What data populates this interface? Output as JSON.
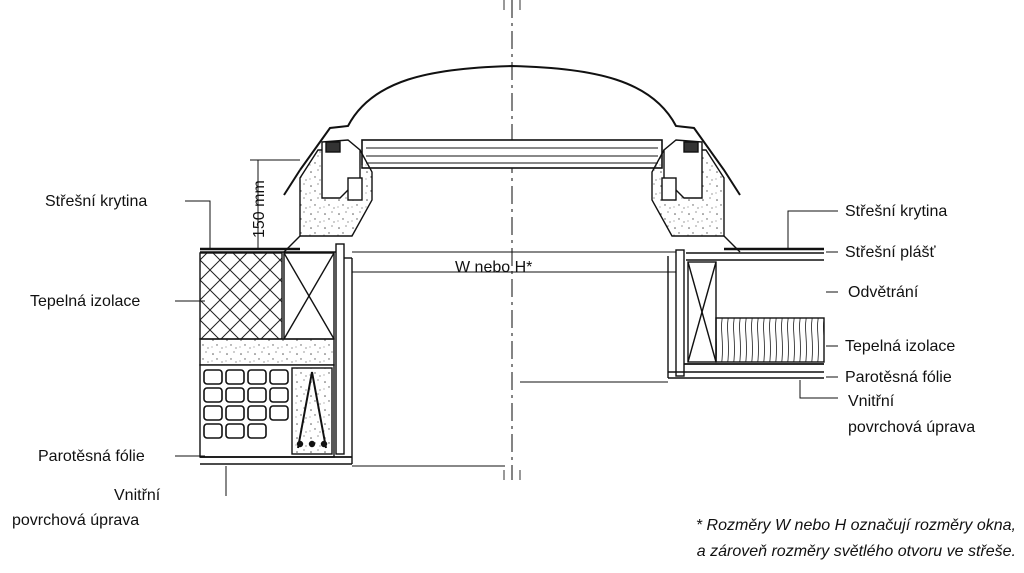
{
  "labels_left": {
    "roof_covering": "Střešní krytina",
    "thermal_insulation": "Tepelná izolace",
    "vapor_barrier": "Parotěsná fólie",
    "inner_finish_1": "Vnitřní",
    "inner_finish_2": "povrchová úprava"
  },
  "labels_right": {
    "roof_covering": "Střešní krytina",
    "roof_membrane": "Střešní plášť",
    "ventilation": "Odvětrání",
    "thermal_insulation": "Tepelná izolace",
    "vapor_barrier": "Parotěsná fólie",
    "inner_finish_1": "Vnitřní",
    "inner_finish_2": "povrchová úprava"
  },
  "dimensions": {
    "height": "150 mm",
    "width": "W nebo H*"
  },
  "footnote": {
    "line1": "* Rozměry W nebo H označují rozměry okna,",
    "line2": "a zároveň rozměry světlého otvoru ve střeše."
  }
}
